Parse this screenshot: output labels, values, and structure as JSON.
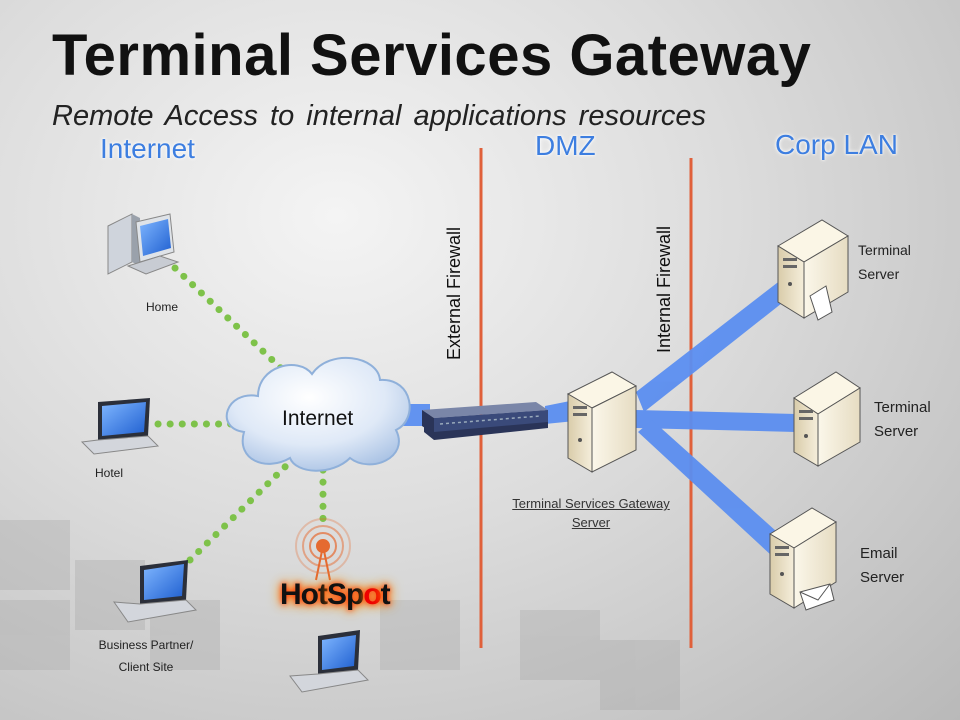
{
  "slide": {
    "title": "Terminal Services Gateway",
    "subtitle": "Remote Access to internal applications resources"
  },
  "zones": {
    "internet": "Internet",
    "dmz": "DMZ",
    "corp_lan": "Corp LAN"
  },
  "firewalls": {
    "external": "External Firewall",
    "internal": "Internal Firewall"
  },
  "clients": {
    "home": "Home",
    "hotel": "Hotel",
    "partner_line1": "Business Partner/",
    "partner_line2": "Client Site"
  },
  "cloud_label": "Internet",
  "hotspot": {
    "part1": "Hot",
    "part2": "Sp",
    "part3": "o",
    "part4": "t"
  },
  "gateway": {
    "line1": "Terminal Services Gateway",
    "line2": "Server"
  },
  "servers": {
    "ts1_line1": "Terminal",
    "ts1_line2": "Server",
    "ts2_line1": "Terminal",
    "ts2_line2": "Server",
    "email_line1": "Email",
    "email_line2": "Server"
  },
  "colors": {
    "zone_label": "#3d7ee0",
    "firewall_line": "#e0603a",
    "link_blue": "#5b8ef0",
    "wireless_dots": "#7ec24a"
  }
}
